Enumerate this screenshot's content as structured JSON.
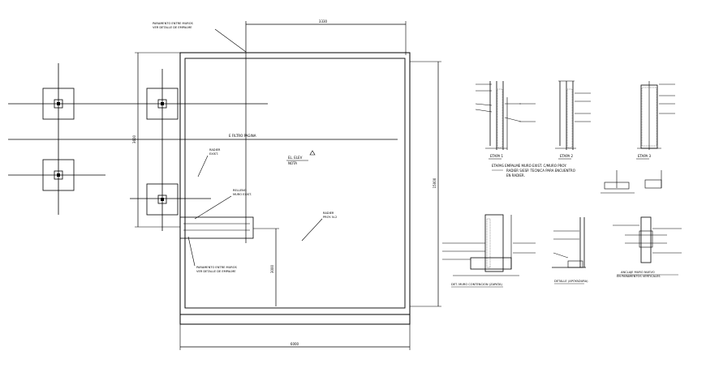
{
  "plan": {
    "dimensions": {
      "top": "3330",
      "bottom": "6000",
      "right": "15000",
      "left": "3600",
      "inner": "3000"
    },
    "labels": {
      "top_note_line1": "PARAMENTO ENTRE MUROS",
      "top_note_line2": "VER DETALLE DE EMPALME",
      "filtro": "E FILTRO PAGINA",
      "radier_left_line1": "RADIER",
      "radier_left_line2": "EXIST.",
      "elev_line1": "EL. ELEV",
      "elev_line2": "NOTA",
      "relleno_line1": "RELLENO",
      "relleno_line2": "MURO EXIST.",
      "radier_right_line1": "RADIER",
      "radier_right_line2": "PROY. N-2",
      "bottom_note_line1": "PARAMENTO ENTRE MUROS",
      "bottom_note_line2": "VER DETALLE DE EMPALME"
    }
  },
  "details": {
    "etapa1": "ETAPA 1",
    "etapa2": "ETAPA 2",
    "etapa3": "ETAPA 3",
    "caption_line1": "ETAPAS EMPALME MURO EXIST. C/MURO PROY.",
    "caption_line2": "RADIER S/ESP. TECNICA PARA ENCUENTRO",
    "caption_line3": "EN RADIER.",
    "det_cimiento": "DET. MURO CONTENCION (ZAPATA)",
    "det_detalle": "DETALLE (APOYADURA)",
    "det_anclaje_line1": "ANCLAJE MURO NUEVO",
    "det_anclaje_line2": "EN PARAMENTOS VERTICALES"
  }
}
